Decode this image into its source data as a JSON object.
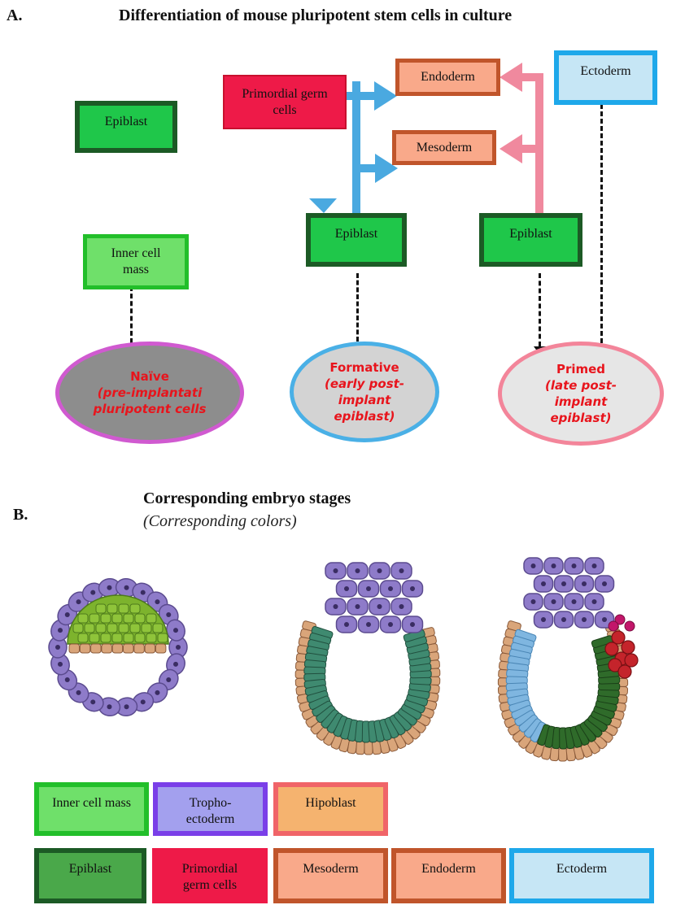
{
  "section_a": {
    "label": "A.",
    "title": "Differentiation of mouse pluripotent stem cells in culture",
    "boxes": {
      "epiblast_top_left": "Epiblast",
      "inner_cell_mass": "Inner cell mass",
      "primordial_germ_cells": "Primordial germ cells",
      "endoderm": "Endoderm",
      "mesoderm": "Mesoderm",
      "ectoderm": "Ectoderm",
      "epiblast_formative": "Epiblast",
      "epiblast_primed": "Epiblast"
    },
    "states": [
      {
        "title": "Naïve",
        "desc": "(pre-implantati pluripotent cells"
      },
      {
        "title": "Formative",
        "desc": "(early post-implant epiblast)"
      },
      {
        "title": "Primed",
        "desc": "(late post-implant epiblast)"
      }
    ]
  },
  "section_b": {
    "label": "B.",
    "title": "Corresponding embryo stages",
    "subtitle": "(Corresponding colors)"
  },
  "legend": {
    "row1": [
      {
        "label": "Inner cell mass",
        "fill": "#6fe06a",
        "border": "#22bf2a"
      },
      {
        "label": "Tropho-ectoderm",
        "fill": "#a3a0ee",
        "border": "#7a3fe8"
      },
      {
        "label": "Hipoblast",
        "fill": "#f5b36f",
        "border": "#f06468"
      }
    ],
    "row2": [
      {
        "label": "Epiblast",
        "fill": "#4aa84a",
        "border": "#1c5a25"
      },
      {
        "label": "Primordial germ cells",
        "fill": "#ee1a48",
        "border": "#ee1a48"
      },
      {
        "label": "Mesoderm",
        "fill": "#f9a98a",
        "border": "#c0552b"
      },
      {
        "label": "Endoderm",
        "fill": "#f9a98a",
        "border": "#c0552b"
      },
      {
        "label": "Ectoderm",
        "fill": "#c6e6f5",
        "border": "#1ea8ea"
      }
    ]
  },
  "colors": {
    "epiblast": "#1fc74a",
    "epiblast_border": "#1c5a25",
    "formative_arrow": "#4aa9e0",
    "primed_arrow": "#f0899e",
    "naive_ring": "#d05ad0",
    "formative_ring": "#4ab0e6",
    "primed_ring": "#f3859a",
    "state_text": "#e8141c"
  }
}
